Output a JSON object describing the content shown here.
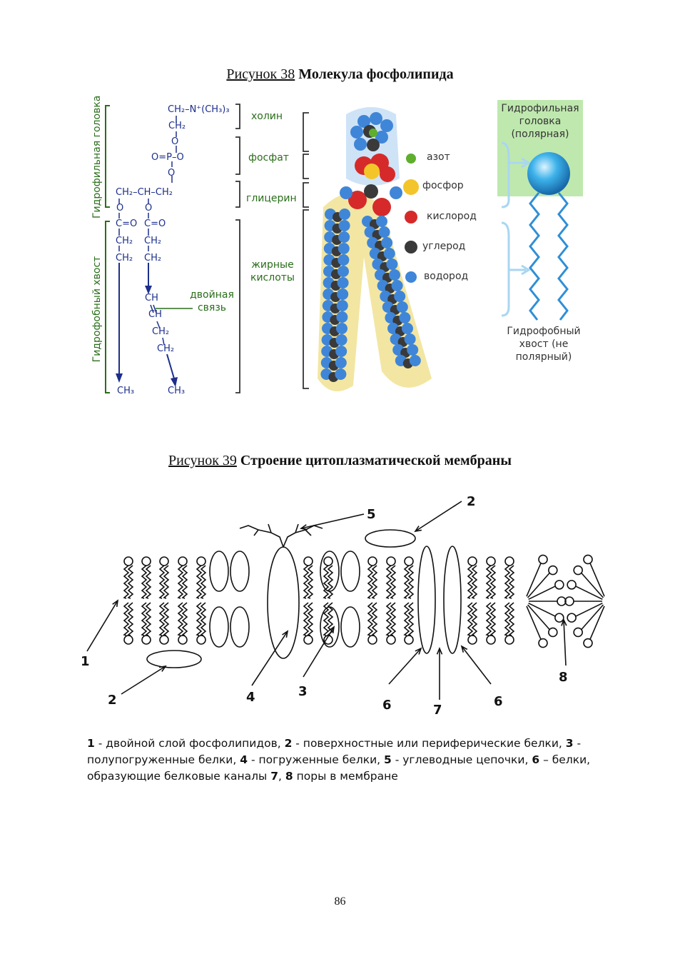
{
  "fig38": {
    "label": "Рисунок 38",
    "title": "Молекула фосфолипида",
    "formula": {
      "choline_group": "CH₂–N⁺(CH₃)₃",
      "ch2_a": "CH₂",
      "o_a": "O",
      "phosphate": "O=P–O",
      "o_b": "O",
      "glycerol": "CH₂–CH–CH₂",
      "o_left": "O",
      "o_right": "O",
      "ester_left": "C=O",
      "ester_right": "C=O",
      "l_ch2_1": "CH₂",
      "l_ch2_2": "CH₂",
      "r_ch2_1": "CH₂",
      "r_ch2_2": "CH₂",
      "r_ch": "CH",
      "r_ch_b": "CH",
      "r_ch2_3": "CH₂",
      "r_ch2_4": "CH₂",
      "l_ch3": "CH₃",
      "r_ch3": "CH₃"
    },
    "side_hydrophilic": "Гидрофильная головка",
    "side_hydrophobic": "Гидрофобный хвост",
    "double_bond": "двойная связь",
    "groups": {
      "choline": "холин",
      "phosphate": "фосфат",
      "glycerol": "глицерин",
      "fatty_acids": "жирные кислоты"
    },
    "atoms": [
      {
        "label": "азот",
        "color": "#5fae2e"
      },
      {
        "label": "фосфор",
        "color": "#f3c52a"
      },
      {
        "label": "кислород",
        "color": "#d62a2a"
      },
      {
        "label": "углерод",
        "color": "#3a3a3a"
      },
      {
        "label": "водород",
        "color": "#3f86d8"
      }
    ],
    "schematic": {
      "head": "Гидрофильная головка (полярная)",
      "tail": "Гидрофобный хвост (не полярный)"
    }
  },
  "fig39": {
    "label": "Рисунок 39",
    "title": "Строение цитоплазматической мембраны",
    "numbers": {
      "n1": "1",
      "n2a": "2",
      "n2b": "2",
      "n3": "3",
      "n4": "4",
      "n5": "5",
      "n6a": "6",
      "n6b": "6",
      "n7": "7",
      "n8": "8"
    },
    "legend_parts": [
      {
        "t": "1",
        "b": true
      },
      {
        "t": " - двойной слой фосфолипидов, ",
        "b": false
      },
      {
        "t": "2",
        "b": true
      },
      {
        "t": " - поверхностные или периферические белки, ",
        "b": false
      },
      {
        "t": "3",
        "b": true
      },
      {
        "t": " - полупогруженные белки, ",
        "b": false
      },
      {
        "t": "4",
        "b": true
      },
      {
        "t": " - погруженные белки, ",
        "b": false
      },
      {
        "t": "5",
        "b": true
      },
      {
        "t": " - углеводные цепочки, ",
        "b": false
      },
      {
        "t": "6",
        "b": true
      },
      {
        "t": " – белки, образующие белковые каналы ",
        "b": false
      },
      {
        "t": "7",
        "b": true
      },
      {
        "t": ", ",
        "b": false
      },
      {
        "t": "8",
        "b": true
      },
      {
        "t": " поры в мембране",
        "b": false
      }
    ]
  },
  "page_number": "86",
  "colors": {
    "ink": "#1c2f8c",
    "green": "#2a6e1a",
    "bracket_blue": "#a9d6f2",
    "head_bg": "#bfe8ae",
    "tail_blue": "#2f8fd6"
  }
}
